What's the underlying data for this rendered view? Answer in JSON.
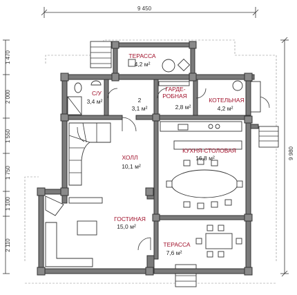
{
  "dimensions": {
    "top_total": "9 450",
    "right_total": "9 980",
    "left_segments": [
      "1 470",
      "2 000",
      "1 550",
      "1 750",
      "1 100",
      "2 110"
    ]
  },
  "rooms": {
    "terrace_top": {
      "name": "ТЕРАССА",
      "area": "4,2 м²"
    },
    "wc": {
      "name": "С/У",
      "area": "3,4 м²"
    },
    "hall_small": {
      "name": "2",
      "area": "3,1 м²"
    },
    "wardrobe": {
      "name_line1": "ГАРДЕ-",
      "name_line2": "РОБНАЯ",
      "area": "2,8 м²"
    },
    "boiler": {
      "name": "КОТЕЛЬНАЯ",
      "area": "4,2 м²"
    },
    "hall": {
      "name": "ХОЛЛ",
      "area": "10,1 м²"
    },
    "kitchen": {
      "name": "КУХНЯ-СТОЛОВАЯ",
      "area": "16,8 м²"
    },
    "living": {
      "name": "ГОСТИНАЯ",
      "area": "15,0 м²"
    },
    "terrace_bottom": {
      "name": "ТЕРАССА",
      "area": "7,6 м²"
    }
  }
}
